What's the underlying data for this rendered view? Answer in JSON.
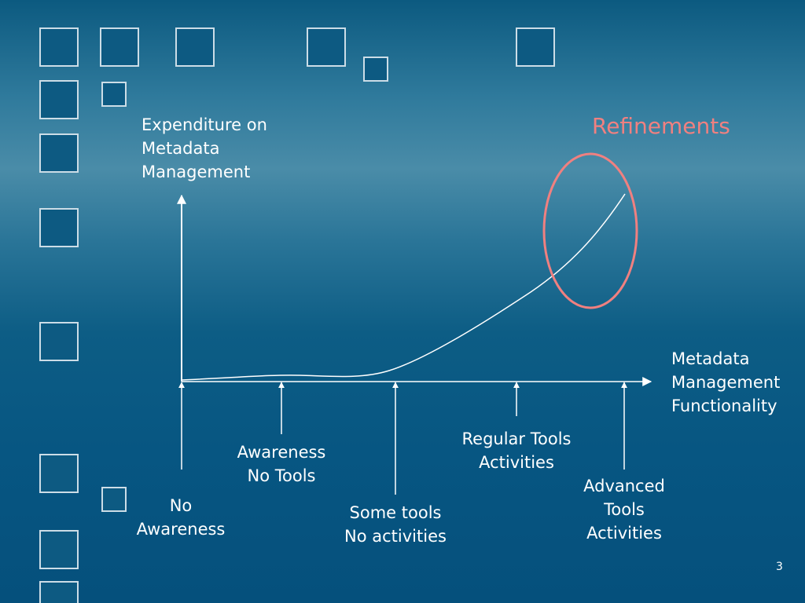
{
  "slide": {
    "page_number": "3",
    "highlight_label": "Refinements",
    "colors": {
      "background": "#0d5a82",
      "highlight": "#f08080",
      "line": "#ffffff"
    }
  },
  "y_axis": {
    "label_lines": [
      "Expenditure on",
      "Metadata",
      "Management"
    ]
  },
  "x_axis": {
    "label_lines": [
      "Metadata",
      "Management",
      "Functionality"
    ]
  },
  "stages": [
    {
      "id": "no-awareness",
      "lines": [
        "No",
        "Awareness"
      ]
    },
    {
      "id": "awareness-no-tools",
      "lines": [
        "Awareness",
        "No Tools"
      ]
    },
    {
      "id": "some-tools",
      "lines": [
        "Some tools",
        "No activities"
      ]
    },
    {
      "id": "regular-tools",
      "lines": [
        "Regular Tools",
        "Activities"
      ]
    },
    {
      "id": "advanced-tools",
      "lines": [
        "Advanced",
        "Tools",
        "Activities"
      ]
    }
  ]
}
